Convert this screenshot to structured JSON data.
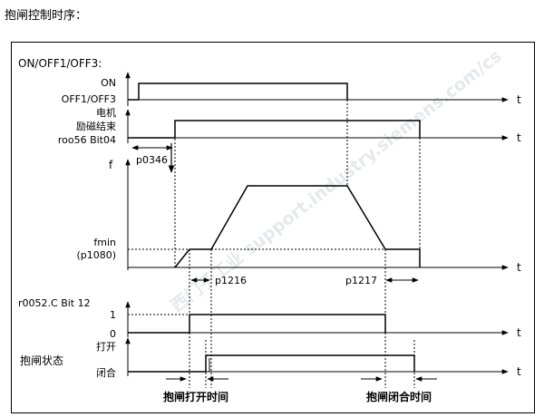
{
  "heading": "抱闸控制时序：",
  "diagram_title": "ON/OFF1/OFF3:",
  "signals": {
    "on_off": {
      "high_label": "ON",
      "low_label": "OFF1/OFF3"
    },
    "magnetizing": {
      "label_line1": "电机",
      "label_line2": "励磁结束",
      "label_line3": "roo56 Bit04"
    },
    "frequency": {
      "axis_label": "f",
      "fmin_line1": "fmin",
      "fmin_line2": "(p1080)"
    },
    "bit12": {
      "label": "r0052.C Bit 12",
      "level_1": "1",
      "level_0": "0"
    },
    "brake": {
      "state_label": "抱闸状态",
      "open_label": "打开",
      "closed_label": "闭合"
    }
  },
  "time_label": "t",
  "parameters": {
    "p0346": "p0346",
    "p1216": "p1216",
    "p1217": "p1217"
  },
  "captions": {
    "open_time": "抱闸打开时间",
    "close_time": "抱闸闭合时间"
  },
  "watermark": "西门子工业 support.industry.siemens.com/cs"
}
